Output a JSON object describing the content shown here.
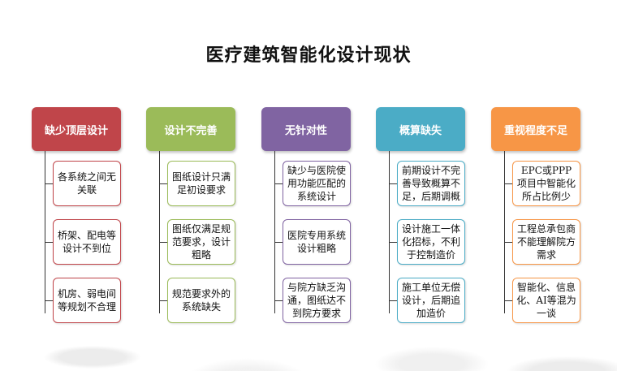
{
  "title": "医疗建筑智能化设计现状",
  "columns": [
    {
      "header": "缺少顶层设计",
      "color": "#C0454A",
      "items": [
        "各系统之间无关联",
        "桥架、配电等设计不到位",
        "机房、弱电间等规划不合理"
      ]
    },
    {
      "header": "设计不完善",
      "color": "#9BBB59",
      "items": [
        "图纸设计只满足初设要求",
        "图纸仅满足规范要求，设计粗略",
        "规范要求外的系统缺失"
      ]
    },
    {
      "header": "无针对性",
      "color": "#8064A2",
      "items": [
        "缺少与医院使用功能匹配的系统设计",
        "医院专用系统设计粗略",
        "与院方缺乏沟通，图纸达不到院方要求"
      ]
    },
    {
      "header": "概算缺失",
      "color": "#4BACC6",
      "items": [
        "前期设计不完善导致概算不足，后期调概",
        "设计施工一体化招标，不利于控制造价",
        "施工单位无偿设计，后期追加造价"
      ]
    },
    {
      "header": "重视程度不足",
      "color": "#F79646",
      "items": [
        "EPC或PPP项目中智能化所占比例少",
        "工程总承包商不能理解院方需求",
        "智能化、信息化、AI等混为一谈"
      ]
    }
  ]
}
